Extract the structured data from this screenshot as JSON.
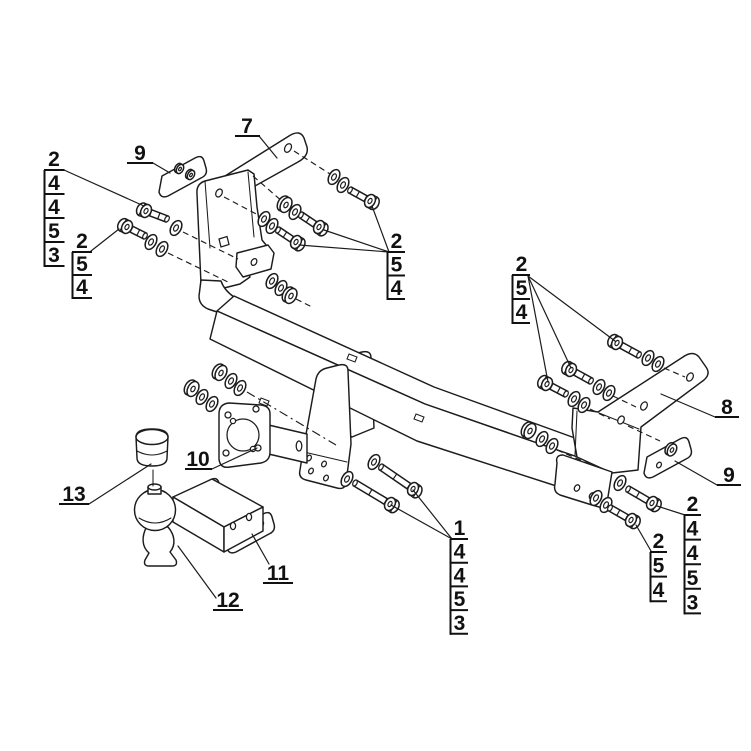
{
  "colors": {
    "background": "#ffffff",
    "line": "#1c1c1c",
    "label": "#111111"
  },
  "callouts": {
    "c7": {
      "label": "7"
    },
    "c9_left": {
      "label": "9"
    },
    "c8": {
      "label": "8"
    },
    "c9_right": {
      "label": "9"
    },
    "c10": {
      "label": "10"
    },
    "c11": {
      "label": "11"
    },
    "c12": {
      "label": "12"
    },
    "c13": {
      "label": "13"
    }
  },
  "fastener_stacks": {
    "top_left": {
      "items": [
        "2",
        "4",
        "4",
        "5",
        "3"
      ]
    },
    "left": {
      "items": [
        "2",
        "5",
        "4"
      ]
    },
    "upper_middle": {
      "items": [
        "2",
        "5",
        "4"
      ]
    },
    "upper_right": {
      "items": [
        "2",
        "5",
        "4"
      ]
    },
    "bottom_middle": {
      "items": [
        "1",
        "4",
        "4",
        "5",
        "3"
      ]
    },
    "bottom_right_outer": {
      "items": [
        "2",
        "4",
        "4",
        "5",
        "3"
      ]
    },
    "bottom_right_inner": {
      "items": [
        "2",
        "5",
        "4"
      ]
    }
  }
}
